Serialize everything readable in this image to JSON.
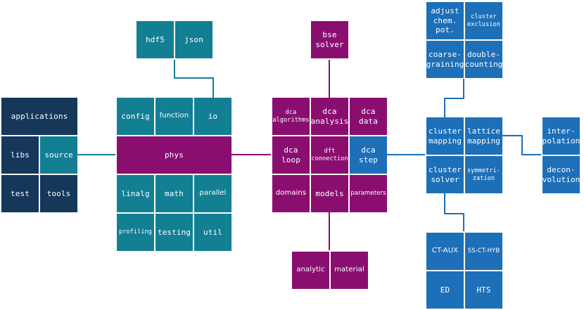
{
  "colors": {
    "navy": "#15375a",
    "teal": "#127f93",
    "purple": "#8a0e70",
    "blue": "#1d6fb8",
    "teal_arrow": "#127f93",
    "purple_arrow": "#8a0e70",
    "blue_arrow": "#1d6fb8"
  },
  "nodes": {
    "applications": "applications",
    "libs": "libs",
    "source": "source",
    "test": "test",
    "tools": "tools",
    "config": "config",
    "function": "function",
    "io": "io",
    "phys": "phys",
    "linalg": "linalg",
    "math": "math",
    "parallel": "parallel",
    "profiling": "profiling",
    "testing": "testing",
    "util": "util",
    "hdf5": "hdf5",
    "json": "json",
    "dca_algorithms": "dca\nalgorithms",
    "dca_analysis": "dca\nanalysis",
    "dca_data": "dca\ndata",
    "dca_loop": "dca\nloop",
    "dft_connection": "dft\nconnection",
    "dca_step": "dca\nstep",
    "domains": "domains",
    "models": "models",
    "parameters": "parameters",
    "bse_solver": "bse\nsolver",
    "analytic": "analytic",
    "material": "material",
    "adjust_chem_pot": "adjust\nchem.\npot.",
    "cluster_exclusion": "cluster\nexclusion",
    "coarse_graining": "coarse-\ngraining",
    "double_counting": "double-\ncounting",
    "cluster_mapping": "cluster\nmapping",
    "lattice_mapping": "lattice\nmapping",
    "cluster_solver": "cluster\nsolver",
    "symmetrization": "symmetri-\nzation",
    "interpolation": "inter-\npolation",
    "deconvolution": "decon-\nvolution",
    "ct_aux": "CT-AUX",
    "ss_ct_hyb": "SS-CT-HYB",
    "ed": "ED",
    "hts": "HTS"
  }
}
